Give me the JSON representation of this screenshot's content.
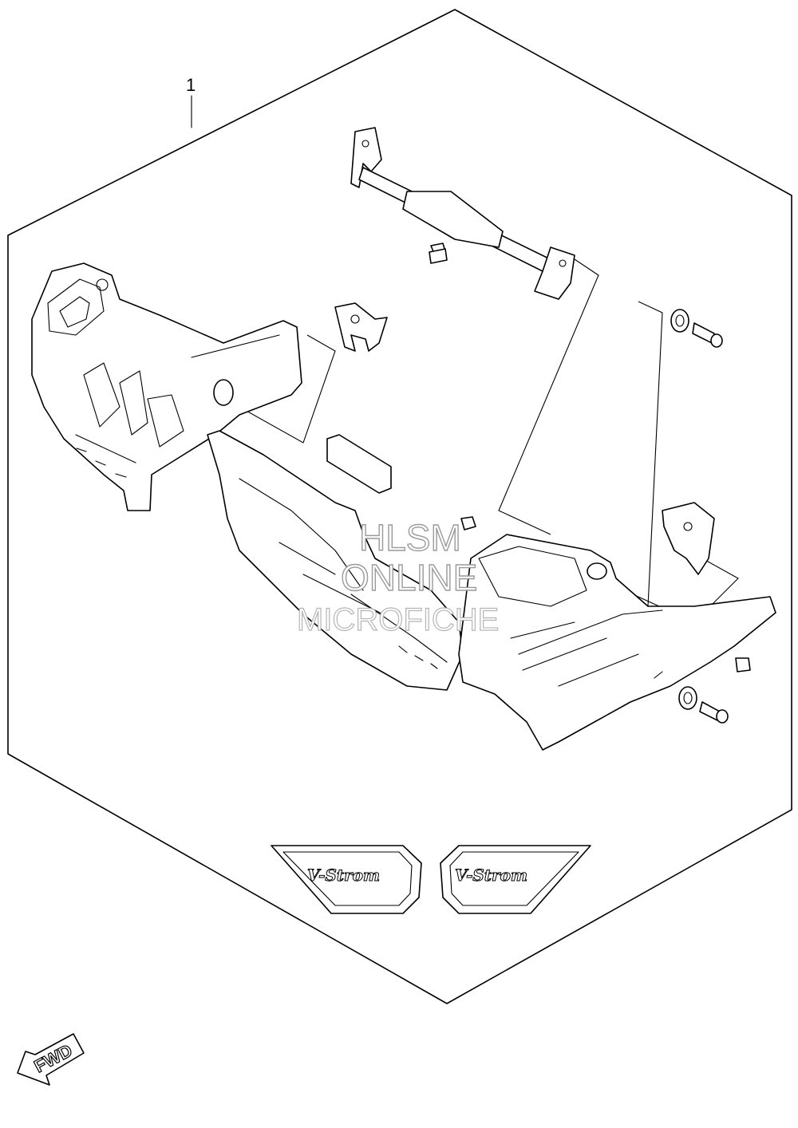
{
  "diagram": {
    "callouts": [
      {
        "id": "1",
        "label": "1"
      }
    ],
    "watermark": {
      "line1": "HLSM",
      "line2": "ONLINE",
      "line3": "MICROFICHE"
    },
    "badges": {
      "left": "V-Strom",
      "right": "V-Strom"
    },
    "direction": {
      "label": "FWD"
    }
  }
}
